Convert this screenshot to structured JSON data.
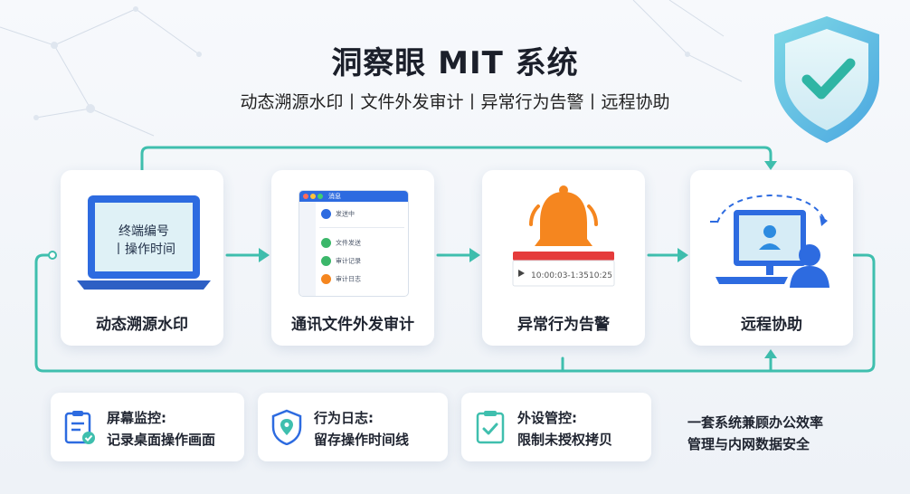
{
  "header": {
    "title": "洞察眼 MIT 系统",
    "subtitle": "动态溯源水印丨文件外发审计丨异常行为告警丨远程协助"
  },
  "colors": {
    "teal": "#3fbfae",
    "blue": "#2d6be0",
    "orange": "#f5861f",
    "red": "#e53b3b"
  },
  "flow": {
    "cards": [
      {
        "label": "动态溯源水印",
        "icon": "laptop-icon",
        "screen_lines": [
          "终端编号",
          "丨操作时间"
        ]
      },
      {
        "label": "通讯文件外发审计",
        "icon": "chat-app-window-icon",
        "app_title": "消息",
        "rows": [
          "发送中",
          "文件发送",
          "审计记录",
          "审计日志"
        ]
      },
      {
        "label": "异常行为告警",
        "icon": "alarm-bell-icon",
        "alert_time": "10:00:03-1:35",
        "alert_right": "10:25"
      },
      {
        "label": "远程协助",
        "icon": "remote-support-icon"
      }
    ]
  },
  "features": [
    {
      "title": "屏幕监控:",
      "desc": "记录桌面操作画面",
      "icon": "clipboard-check-icon"
    },
    {
      "title": "行为日志:",
      "desc": "留存操作时间线",
      "icon": "location-shield-icon"
    },
    {
      "title": "外设管控:",
      "desc": "限制未授权拷贝",
      "icon": "checklist-icon"
    }
  ],
  "slogan": {
    "line1": "一套系统兼顾办公效率",
    "line2": "管理与内网数据安全"
  },
  "decor": {
    "shield": "shield-check-icon"
  }
}
